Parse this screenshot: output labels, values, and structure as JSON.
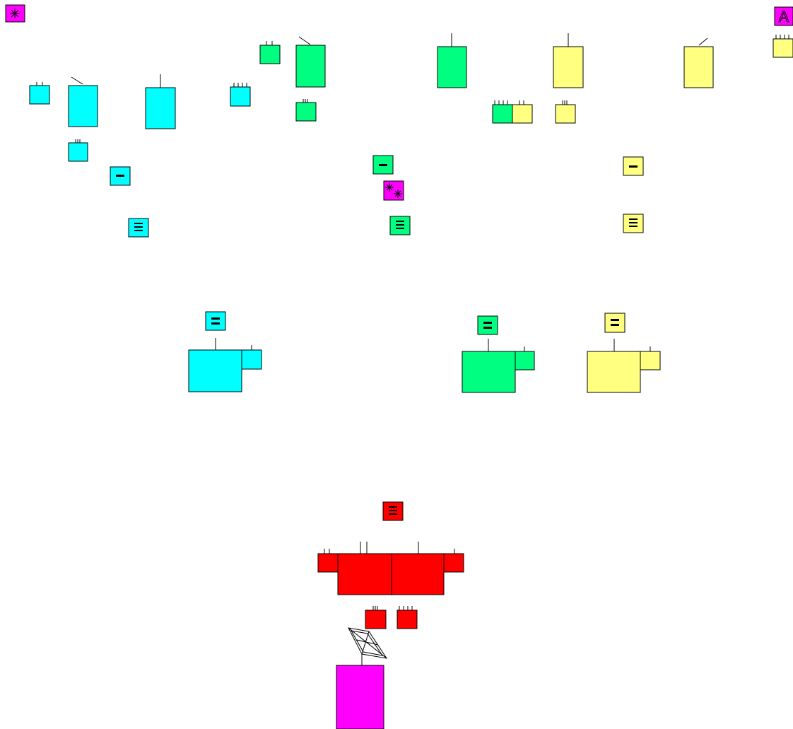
{
  "colors": {
    "cyan": "#00ffff",
    "green": "#00ff80",
    "yellow": "#ffff80",
    "red": "#ff0000",
    "magenta": "#ff00ff",
    "outline": "#000000",
    "background": "#ffffff"
  },
  "icons": {
    "corner_top_left": "star-icon",
    "corner_top_right": "letter-a-icon",
    "middle": "sparkle-icon",
    "satellite": "satellite-icon",
    "rank_1": "single-bar-icon",
    "rank_2": "double-bar-icon",
    "rank_3": "triple-bar-icon"
  },
  "factions": [
    "cyan",
    "green",
    "yellow",
    "red",
    "magenta"
  ],
  "top_right_badge_text": "A"
}
